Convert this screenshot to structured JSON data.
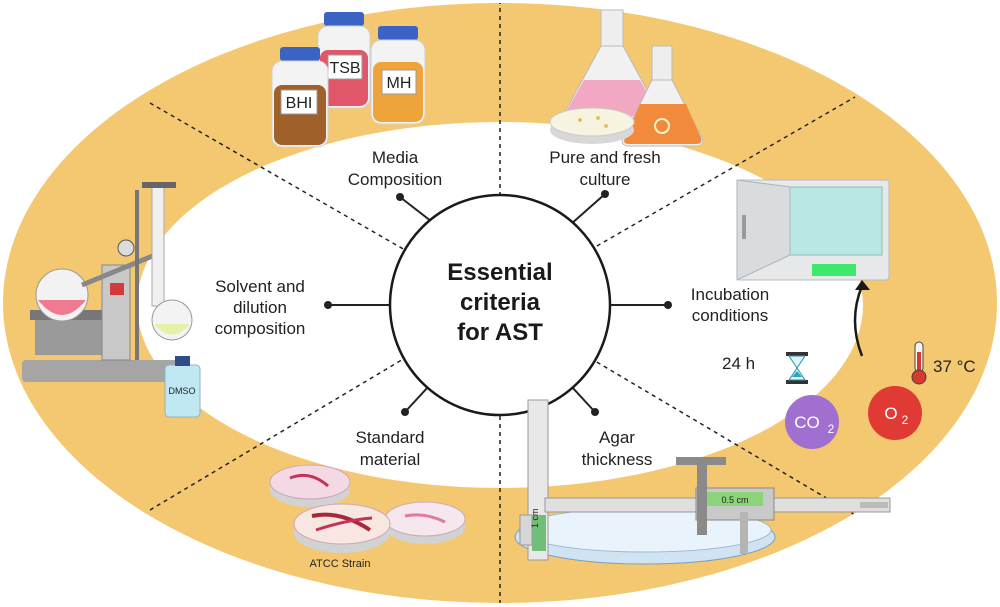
{
  "center": {
    "line1": "Essential",
    "line2": "criteria",
    "line3": "for AST"
  },
  "criteria": {
    "media": {
      "line1": "Media",
      "line2": "Composition"
    },
    "culture": {
      "line1": "Pure and fresh",
      "line2": "culture"
    },
    "incubation": {
      "line1": "Incubation",
      "line2": "conditions"
    },
    "agar": {
      "line1": "Agar",
      "line2": "thickness"
    },
    "standard": {
      "line1": "Standard",
      "line2": "material"
    },
    "solvent": {
      "line1": "Solvent and",
      "line2": "dilution",
      "line3": "composition"
    }
  },
  "media_bottles": {
    "bhi": "BHI",
    "tsb": "TSB",
    "mh": "MH"
  },
  "solvent_bottle": "DMSO",
  "atcc": "ATCC Strain",
  "caliper": {
    "cm1": "1 cm",
    "cm05": "0.5 cm"
  },
  "incubation_params": {
    "time": "24 h",
    "temp": "37 °C",
    "co2": {
      "main": "CO",
      "sub": "2"
    },
    "o2": {
      "main": "O",
      "sub": "2"
    }
  },
  "colors": {
    "ring": "#f4c870",
    "ring_edge": "#e9b552",
    "center_border": "#1a1a1a",
    "co2_circle": "#a070d0",
    "o2_circle": "#e03a34"
  },
  "icons": [
    "bottle-icon",
    "flask-icon",
    "petri-dish-icon",
    "incubator-icon",
    "hourglass-icon",
    "thermometer-icon",
    "caliper-icon",
    "rotary-evaporator-icon"
  ]
}
